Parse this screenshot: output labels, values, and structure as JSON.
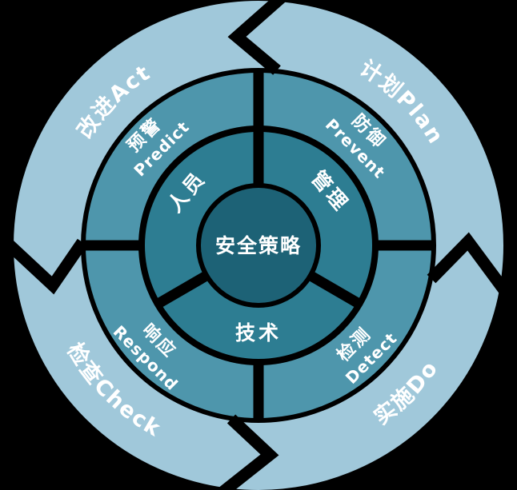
{
  "diagram": {
    "center_label": "安全策略",
    "inner_ring_labels": [
      "人员",
      "管理",
      "技术"
    ],
    "middle_ring_segments": [
      {
        "zh": "预警",
        "en": "Predict"
      },
      {
        "zh": "防御",
        "en": "Prevent"
      },
      {
        "zh": "检测",
        "en": "Detect"
      },
      {
        "zh": "响应",
        "en": "Respond"
      }
    ],
    "outer_ring_labels": [
      "改进Act",
      "计划Plan",
      "检查Check",
      "实施Do"
    ],
    "colors": {
      "background": "#000000",
      "outer_ring": "#a0c8da",
      "middle_ring": "#4e96ac",
      "inner_ring": "#2d7d92",
      "center_circle": "#1d6276",
      "separator": "#000000",
      "text": "#ffffff"
    }
  }
}
